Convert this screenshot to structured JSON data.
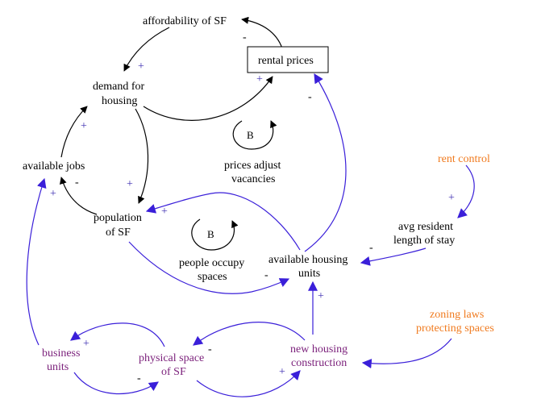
{
  "colors": {
    "black": "#000000",
    "blue": "#3a1fd9",
    "purple": "#7a1f7a",
    "orange": "#f07a1e",
    "pol_blue": "#3a2ab0"
  },
  "nodes": {
    "affordability": "affordability of SF",
    "rental_prices": "rental prices",
    "demand_l1": "demand for",
    "demand_l2": "housing",
    "available_jobs": "available jobs",
    "population_l1": "population",
    "population_l2": "of SF",
    "available_housing_l1": "available housing",
    "available_housing_l2": "units",
    "rent_control": "rent control",
    "avg_resident_l1": "avg resident",
    "avg_resident_l2": "length of stay",
    "zoning_l1": "zoning laws",
    "zoning_l2": "protecting spaces",
    "new_housing_l1": "new housing",
    "new_housing_l2": "construction",
    "physical_space_l1": "physical space",
    "physical_space_l2": "of SF",
    "business_units_l1": "business",
    "business_units_l2": "units"
  },
  "loops": {
    "prices_adjust": {
      "symbol": "B",
      "line1": "prices adjust",
      "line2": "vacancies"
    },
    "people_occupy": {
      "symbol": "B",
      "line1": "people occupy",
      "line2": "spaces"
    }
  },
  "polarities": {
    "rental_to_affordability": "-",
    "affordability_to_demand": "+",
    "demand_to_rental": "+",
    "housing_to_rental": "-",
    "jobs_to_demand": "+",
    "demand_to_population": "+",
    "population_to_jobs": "-",
    "business_to_jobs": "+",
    "housing_to_population": "+",
    "population_to_housing": "-",
    "avg_to_housing": "-",
    "rentcontrol_to_avg": "+",
    "construction_to_housing": "+",
    "physical_to_business": "+",
    "business_to_physical": "-",
    "construction_to_physical": "-",
    "physical_to_construction": "+"
  }
}
